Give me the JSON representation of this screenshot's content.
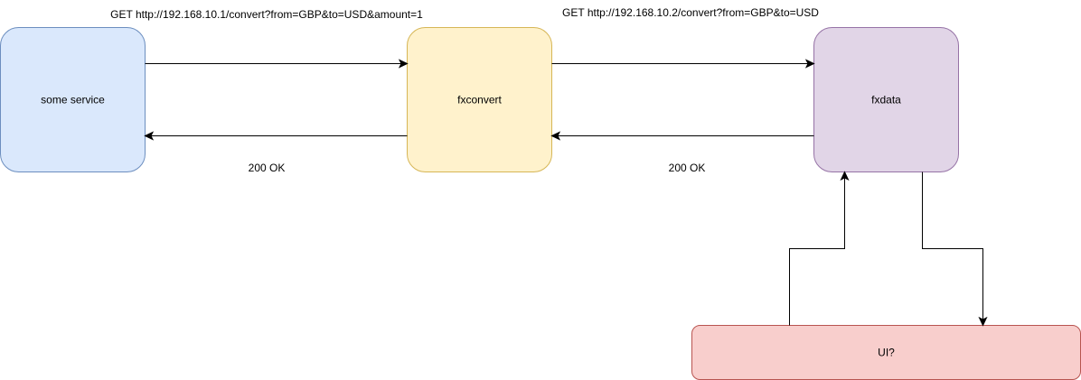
{
  "nodes": {
    "some_service": {
      "label": "some service",
      "fill": "#dae8fc",
      "stroke": "#6c8ebf"
    },
    "fxconvert": {
      "label": "fxconvert",
      "fill": "#fff2cc",
      "stroke": "#d6b656"
    },
    "fxdata": {
      "label": "fxdata",
      "fill": "#e1d5e7",
      "stroke": "#9673a6"
    },
    "ui": {
      "label": "UI?",
      "fill": "#f8cecc",
      "stroke": "#b85450"
    }
  },
  "edges": {
    "service_to_fxconvert": {
      "label": "GET http://192.168.10.1/convert?from=GBP&to=USD&amount=1"
    },
    "fxconvert_to_service": {
      "label": "200 OK"
    },
    "fxconvert_to_fxdata": {
      "label": "GET http://192.168.10.2/convert?from=GBP&to=USD"
    },
    "fxdata_to_fxconvert": {
      "label": "200 OK"
    },
    "ui_to_fxdata": {
      "label": ""
    },
    "fxdata_to_ui": {
      "label": ""
    }
  }
}
